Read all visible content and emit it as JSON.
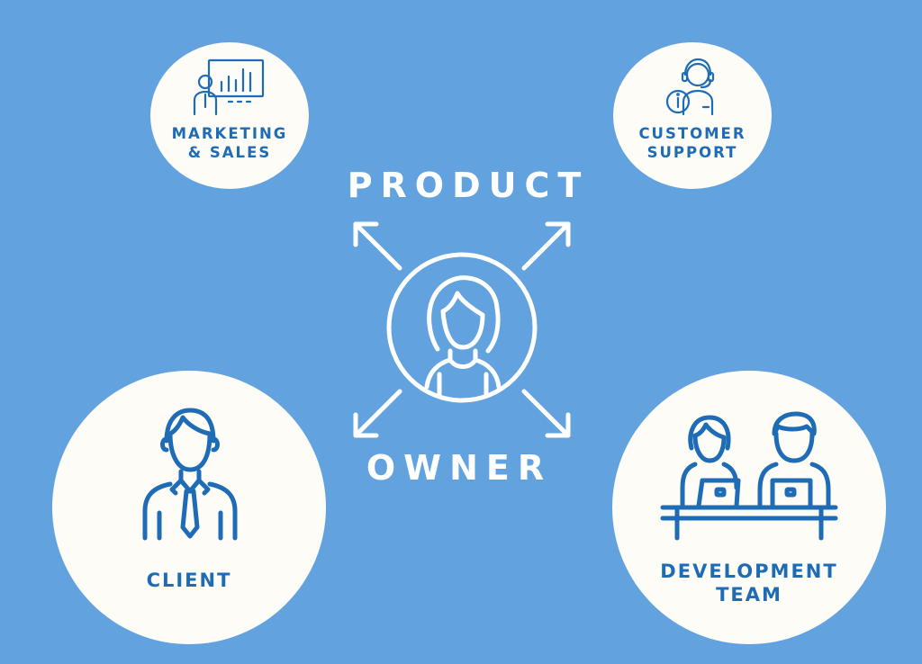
{
  "diagram": {
    "center_title": {
      "line1": "PRODUCT",
      "line2": "OWNER"
    },
    "nodes": [
      {
        "id": "marketing",
        "lines": [
          "MARKETING",
          "& SALES"
        ],
        "icon": "presentation-icon"
      },
      {
        "id": "support",
        "lines": [
          "CUSTOMER",
          "SUPPORT"
        ],
        "icon": "support-agent-icon"
      },
      {
        "id": "client",
        "lines": [
          "CLIENT"
        ],
        "icon": "businessman-icon"
      },
      {
        "id": "development",
        "lines": [
          "DEVELOPMENT",
          "TEAM"
        ],
        "icon": "team-at-desk-icon"
      }
    ],
    "center_icon": "person-avatar-icon",
    "colors": {
      "background": "#62a3df",
      "circle_fill": "#fdfcf7",
      "accent": "#1e6cb5",
      "title": "#ffffff"
    }
  }
}
